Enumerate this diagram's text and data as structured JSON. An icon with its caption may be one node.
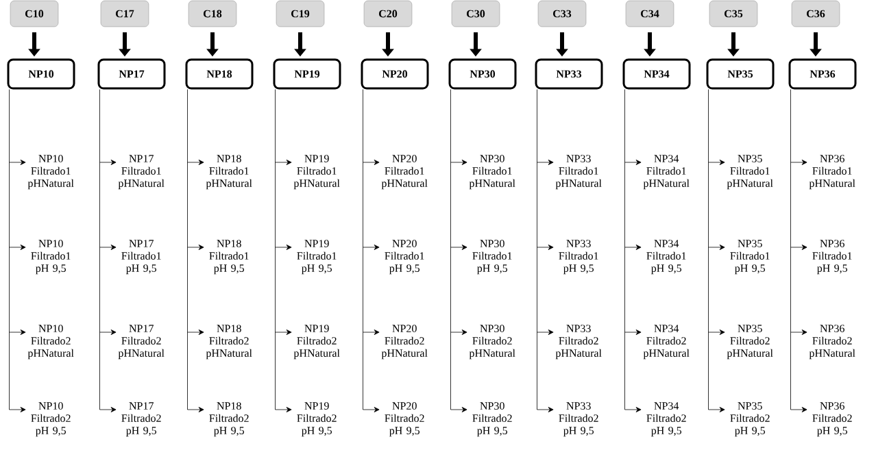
{
  "diagram": {
    "nodes": [
      {
        "text": [
          "C10"
        ]
      },
      {
        "text": [
          "C17"
        ]
      },
      {
        "text": [
          "C18"
        ]
      },
      {
        "text": [
          "C19"
        ]
      },
      {
        "text": [
          "C20"
        ]
      },
      {
        "text": [
          "C30"
        ]
      },
      {
        "text": [
          "C33"
        ]
      },
      {
        "text": [
          "C34"
        ]
      },
      {
        "text": [
          "C35"
        ]
      },
      {
        "text": [
          "C36"
        ]
      },
      {
        "text": [
          "NP10"
        ]
      },
      {
        "text": [
          "NP17"
        ]
      },
      {
        "text": [
          "NP18"
        ]
      },
      {
        "text": [
          "NP19"
        ]
      },
      {
        "text": [
          "NP20"
        ]
      },
      {
        "text": [
          "NP30"
        ]
      },
      {
        "text": [
          "NP33"
        ]
      },
      {
        "text": [
          "NP34"
        ]
      },
      {
        "text": [
          "NP35"
        ]
      },
      {
        "text": [
          "NP36"
        ]
      },
      {
        "text": [
          "NP10 Filtrado1 pHNatural"
        ]
      },
      {
        "text": [
          "NP17 Filtrado1 pHNatural"
        ]
      },
      {
        "text": [
          "NP18 Filtrado1 pHNatural"
        ]
      },
      {
        "text": [
          "NP19 Filtrado1 pHNatural"
        ]
      },
      {
        "text": [
          "NP20 Filtrado1 pHNatural"
        ]
      },
      {
        "text": [
          "NP30 Filtrado1 pHNatural"
        ]
      },
      {
        "text": [
          "NP33 Filtrado1 pHNatural"
        ]
      },
      {
        "text": [
          "NP34 Filtrado1 pHNatural"
        ]
      },
      {
        "text": [
          "NP35 Filtrado1 pHNatural"
        ]
      },
      {
        "text": [
          "NP36 Filtrado1 pHNatural"
        ]
      },
      {
        "text": [
          "NP10 Filtrado1 pH 9,5"
        ]
      },
      {
        "text": [
          "NP17 Filtrado1 pH 9,5"
        ]
      },
      {
        "text": [
          "NP18 Filtrado1 pH 9,5"
        ]
      },
      {
        "text": [
          "NP19 Filtrado1 pH 9,5"
        ]
      },
      {
        "text": [
          "NP20 Filtrado1 pH 9,5"
        ]
      },
      {
        "text": [
          "NP30 Filtrado1 pH 9,5"
        ]
      },
      {
        "text": [
          "NP33 Filtrado1 pH 9,5"
        ]
      },
      {
        "text": [
          "NP34 Filtrado1 pH 9,5"
        ]
      },
      {
        "text": [
          "NP35 Filtrado1 pH 9,5"
        ]
      },
      {
        "text": [
          "NP36 Filtrado1 pH 9,5"
        ]
      },
      {
        "text": [
          "NP10 Filtrado2 pHNatural"
        ]
      },
      {
        "text": [
          "NP17 Filtrado2 pHNatural"
        ]
      },
      {
        "text": [
          "NP18 Filtrado2 pHNatural"
        ]
      },
      {
        "text": [
          "NP19 Filtrado2 pHNatural"
        ]
      },
      {
        "text": [
          "NP20 Filtrado2 pHNatural"
        ]
      },
      {
        "text": [
          "NP30 Filtrado2 pHNatural"
        ]
      },
      {
        "text": [
          "NP33 Filtrado2 pHNatural"
        ]
      },
      {
        "text": [
          "NP34 Filtrado2 pHNatural"
        ]
      },
      {
        "text": [
          "NP35 Filtrado2 pHNatural"
        ]
      },
      {
        "text": [
          "NP36 Filtrado2 pHNatural"
        ]
      },
      {
        "text": [
          "NP10 Filtrado2 pH 9,5"
        ]
      },
      {
        "text": [
          "NP17 Filtrado2 pH 9,5"
        ]
      },
      {
        "text": [
          "NP18 Filtrado2 pH 9,5"
        ]
      },
      {
        "text": [
          "NP19 Filtrado2 pH 9,5"
        ]
      },
      {
        "text": [
          "NP20 Filtrado2 pH 9,5"
        ]
      },
      {
        "text": [
          "NP30 Filtrado2 pH 9,5"
        ]
      },
      {
        "text": [
          "NP33 Filtrado2 pH 9,5"
        ]
      },
      {
        "text": [
          "NP34 Filtrado2 pH 9,5"
        ]
      },
      {
        "text": [
          "NP35 Filtrado2 pH 9,5"
        ]
      },
      {
        "text": [
          "NP36 Filtrado2 pH 9,5"
        ]
      }
    ],
    "edges": [
      {
        "from": 0,
        "to": 10,
        "arrow": "to",
        "style": "thick"
      },
      {
        "from": 1,
        "to": 11,
        "arrow": "to",
        "style": "thick"
      },
      {
        "from": 2,
        "to": 12,
        "arrow": "to",
        "style": "thick"
      },
      {
        "from": 3,
        "to": 13,
        "arrow": "to",
        "style": "thick"
      },
      {
        "from": 4,
        "to": 14,
        "arrow": "to",
        "style": "thick"
      },
      {
        "from": 5,
        "to": 15,
        "arrow": "to",
        "style": "thick"
      },
      {
        "from": 6,
        "to": 16,
        "arrow": "to",
        "style": "thick"
      },
      {
        "from": 7,
        "to": 17,
        "arrow": "to",
        "style": "thick"
      },
      {
        "from": 8,
        "to": 18,
        "arrow": "to",
        "style": "thick"
      },
      {
        "from": 9,
        "to": 19,
        "arrow": "to",
        "style": "thick"
      },
      {
        "from": 10,
        "to": 20,
        "arrow": "to"
      },
      {
        "from": 10,
        "to": 30,
        "arrow": "to"
      },
      {
        "from": 10,
        "to": 40,
        "arrow": "to"
      },
      {
        "from": 10,
        "to": 50,
        "arrow": "to"
      },
      {
        "from": 11,
        "to": 21,
        "arrow": "to"
      },
      {
        "from": 11,
        "to": 31,
        "arrow": "to"
      },
      {
        "from": 11,
        "to": 41,
        "arrow": "to"
      },
      {
        "from": 11,
        "to": 51,
        "arrow": "to"
      },
      {
        "from": 12,
        "to": 22,
        "arrow": "to"
      },
      {
        "from": 12,
        "to": 32,
        "arrow": "to"
      },
      {
        "from": 12,
        "to": 42,
        "arrow": "to"
      },
      {
        "from": 12,
        "to": 52,
        "arrow": "to"
      },
      {
        "from": 13,
        "to": 23,
        "arrow": "to"
      },
      {
        "from": 13,
        "to": 33,
        "arrow": "to"
      },
      {
        "from": 13,
        "to": 43,
        "arrow": "to"
      },
      {
        "from": 13,
        "to": 53,
        "arrow": "to"
      },
      {
        "from": 14,
        "to": 24,
        "arrow": "to"
      },
      {
        "from": 14,
        "to": 34,
        "arrow": "to"
      },
      {
        "from": 14,
        "to": 44,
        "arrow": "to"
      },
      {
        "from": 14,
        "to": 54,
        "arrow": "to"
      },
      {
        "from": 15,
        "to": 25,
        "arrow": "to"
      },
      {
        "from": 15,
        "to": 35,
        "arrow": "to"
      },
      {
        "from": 15,
        "to": 45,
        "arrow": "to"
      },
      {
        "from": 15,
        "to": 55,
        "arrow": "to"
      },
      {
        "from": 16,
        "to": 26,
        "arrow": "to"
      },
      {
        "from": 16,
        "to": 36,
        "arrow": "to"
      },
      {
        "from": 16,
        "to": 46,
        "arrow": "to"
      },
      {
        "from": 16,
        "to": 56,
        "arrow": "to"
      },
      {
        "from": 17,
        "to": 27,
        "arrow": "to"
      },
      {
        "from": 17,
        "to": 37,
        "arrow": "to"
      },
      {
        "from": 17,
        "to": 47,
        "arrow": "to"
      },
      {
        "from": 17,
        "to": 57,
        "arrow": "to"
      },
      {
        "from": 18,
        "to": 28,
        "arrow": "to"
      },
      {
        "from": 18,
        "to": 38,
        "arrow": "to"
      },
      {
        "from": 18,
        "to": 48,
        "arrow": "to"
      },
      {
        "from": 18,
        "to": 58,
        "arrow": "to"
      },
      {
        "from": 19,
        "to": 29,
        "arrow": "to"
      },
      {
        "from": 19,
        "to": 39,
        "arrow": "to"
      },
      {
        "from": 19,
        "to": 49,
        "arrow": "to"
      },
      {
        "from": 19,
        "to": 59,
        "arrow": "to"
      }
    ]
  }
}
